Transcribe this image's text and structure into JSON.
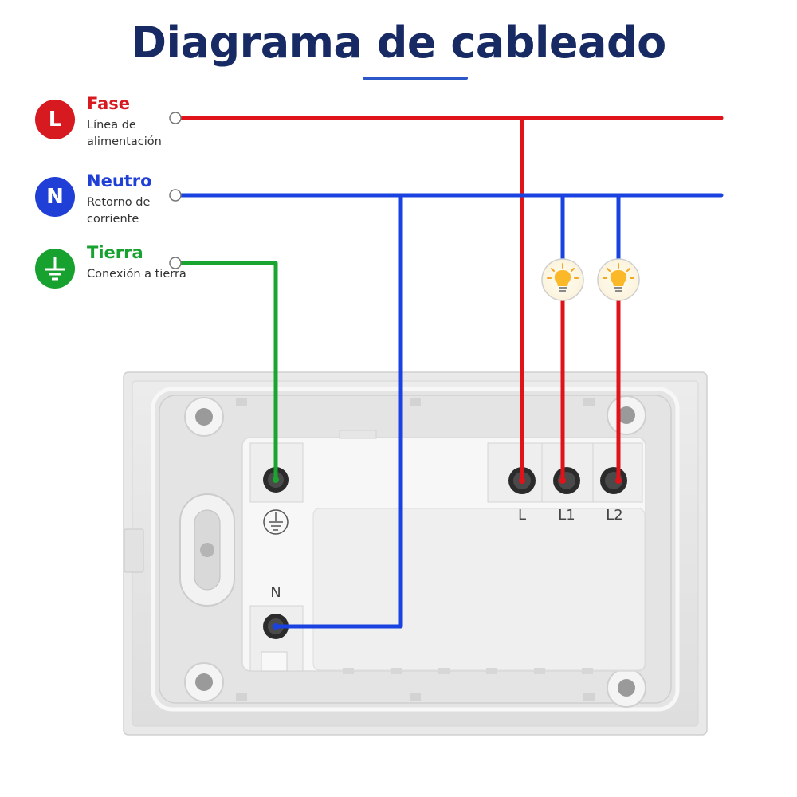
{
  "header": {
    "title": "Diagrama de cableado"
  },
  "legend": {
    "fase": {
      "badge": "L",
      "name": "Fase",
      "desc": "Línea de alimentación",
      "color": "#d71920"
    },
    "neutro": {
      "badge": "N",
      "name": "Neutro",
      "desc": "Retorno de corriente",
      "color": "#1f3fd6"
    },
    "tierra": {
      "name": "Tierra",
      "desc": "Conexión a tierra",
      "color": "#17a12e",
      "icon": "ground-icon"
    }
  },
  "terminals": {
    "l": "L",
    "l1": "L1",
    "l2": "L2",
    "n": "N",
    "ground_icon": "ground-icon"
  },
  "loads": [
    "bulb-icon",
    "bulb-icon"
  ],
  "colors": {
    "phase_wire": "#e0131a",
    "neutral_wire": "#1a42e0",
    "ground_wire": "#1aa531",
    "title": "#172a63"
  }
}
